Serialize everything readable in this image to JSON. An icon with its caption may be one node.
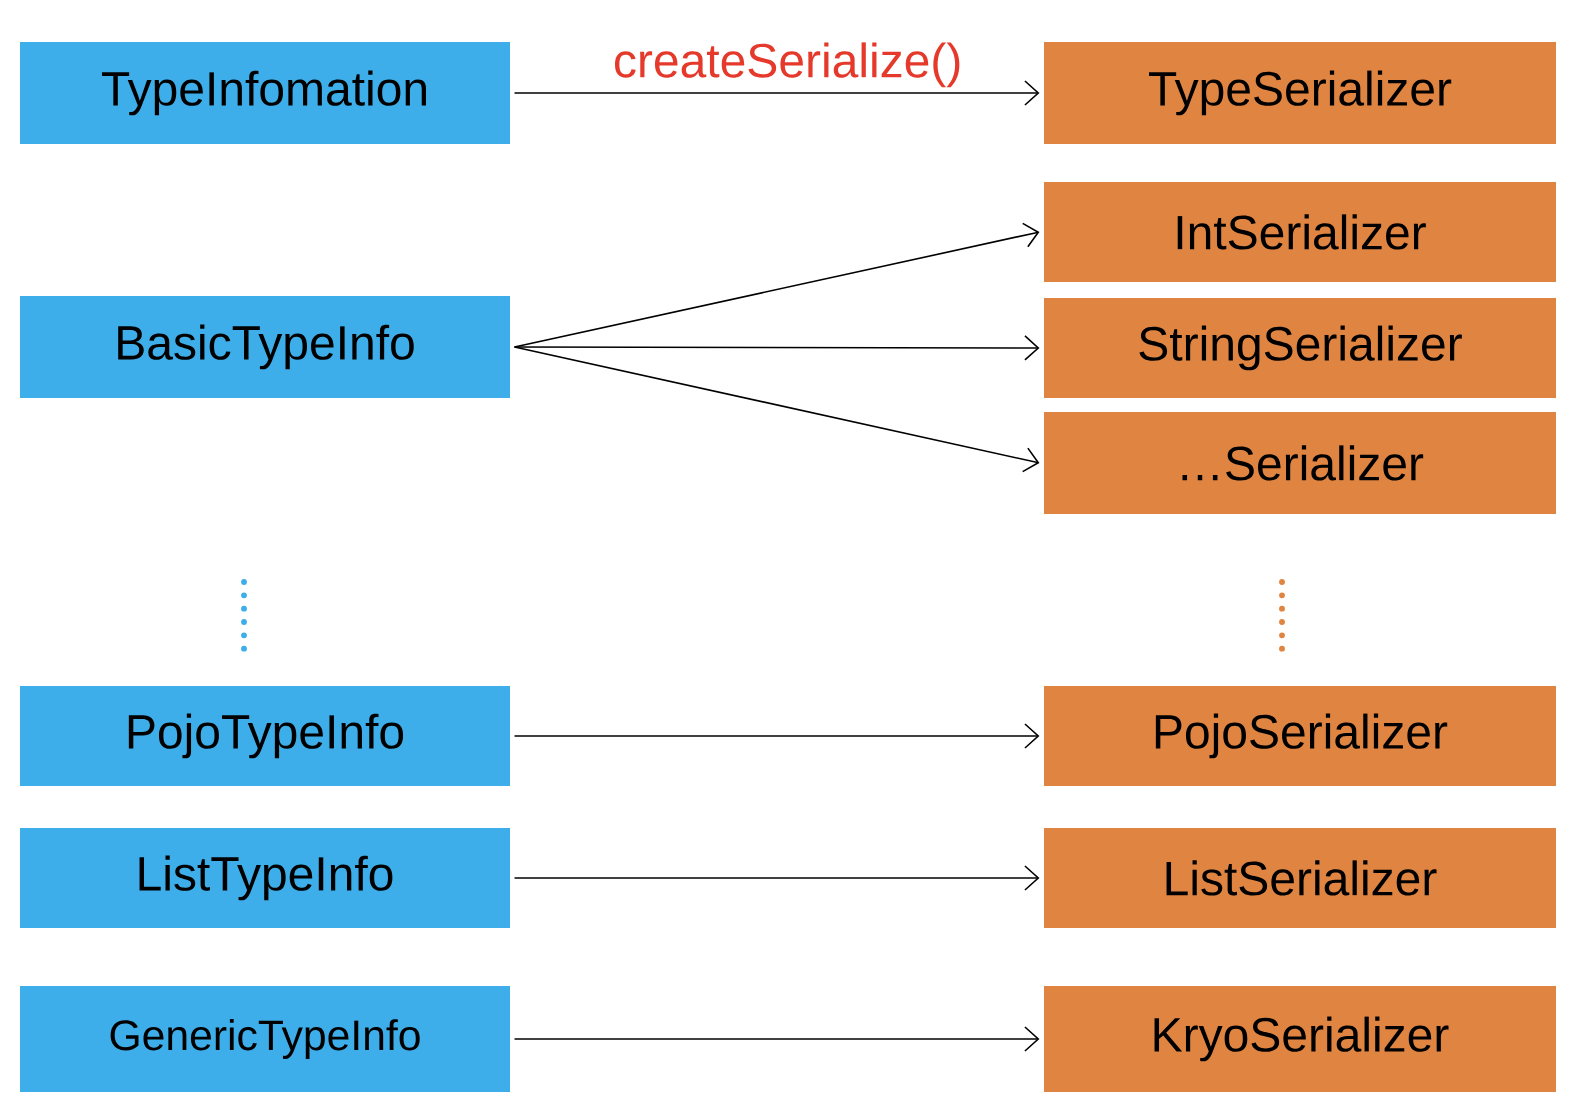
{
  "diagram": {
    "nodes": [
      {
        "text": [
          "TypeInfomation"
        ]
      },
      {
        "text": [
          "TypeSerializer"
        ]
      },
      {
        "text": [
          "IntSerializer"
        ]
      },
      {
        "text": [
          "BasicTypeInfo"
        ]
      },
      {
        "text": [
          "StringSerializer"
        ]
      },
      {
        "text": [
          "…Serializer"
        ]
      },
      {
        "text": [
          "PojoTypeInfo"
        ]
      },
      {
        "text": [
          "PojoSerializer"
        ]
      },
      {
        "text": [
          "ListTypeInfo"
        ]
      },
      {
        "text": [
          "ListSerializer"
        ]
      },
      {
        "text": [
          "GenericTypeInfo"
        ]
      },
      {
        "text": [
          "KryoSerializer"
        ]
      }
    ],
    "edges": [
      {
        "from": 0,
        "to": 1,
        "arrow": "to",
        "label": "createSerialize()"
      },
      {
        "from": 3,
        "to": 2,
        "arrow": "to"
      },
      {
        "from": 3,
        "to": 4,
        "arrow": "to"
      },
      {
        "from": 3,
        "to": 5,
        "arrow": "to"
      },
      {
        "from": 6,
        "to": 7,
        "arrow": "to"
      },
      {
        "from": 8,
        "to": 9,
        "arrow": "to"
      },
      {
        "from": 10,
        "to": 11,
        "arrow": "to"
      }
    ]
  }
}
